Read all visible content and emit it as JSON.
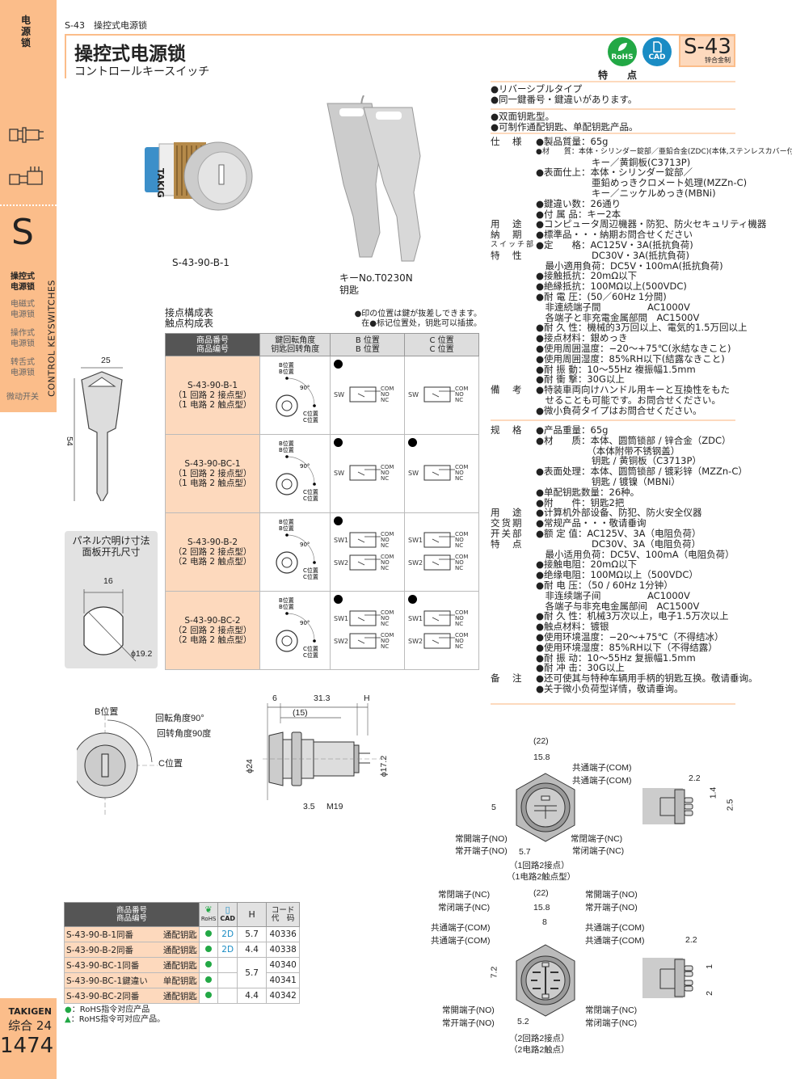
{
  "sidebar": {
    "category": "电源锁",
    "section_letter": "S",
    "vertical_label": "CONTROL KEYSWITCHES",
    "items": [
      {
        "label": "操控式\n电源锁",
        "active": true
      },
      {
        "label": "电磁式\n电源锁",
        "active": false
      },
      {
        "label": "操作式\n电源锁",
        "active": false
      },
      {
        "label": "转舌式\n电源锁",
        "active": false
      },
      {
        "label": "微动开关",
        "active": false
      }
    ],
    "brand": "TAKIGEN",
    "catalog": "综合 24",
    "page_number": "1474"
  },
  "header": {
    "breadcrumb": "S-43　操控式电源锁",
    "title": "操控式电源锁",
    "subtitle": "コントロールキースイッチ",
    "rohs_label": "RoHS",
    "cad_label": "CAD",
    "model_code": "S-43",
    "material": "锌合金制"
  },
  "colors": {
    "accent": "#fbbd8a",
    "accent_light": "#fdd9bd",
    "rohs_green": "#22a845",
    "cad_blue": "#1a8cc4",
    "table_header_dark": "#555555"
  },
  "features": {
    "title": "特　点",
    "jp": [
      "●リバーシブルタイプ",
      "●同一鍵番号・鍵違いがあります。"
    ],
    "cn": [
      "●双面钥匙型。",
      "●可制作通配钥匙、单配钥匙产品。"
    ]
  },
  "specs_jp": [
    {
      "label": "仕　様",
      "value": "●製品質量：65g"
    },
    {
      "label": "",
      "value": "●材　　質：本体・シリンダー錠部／亜鉛合金(ZDC)(本体,ステンレスカバー付)",
      "small": true
    },
    {
      "label": "",
      "value": "　　　　　　キー／黄銅板(C3713P)"
    },
    {
      "label": "",
      "value": "●表面仕上：本体・シリンダー錠部／"
    },
    {
      "label": "",
      "value": "　　　　　　亜鉛めっきクロメート処理(MZZn-C)"
    },
    {
      "label": "",
      "value": "　　　　　　キー／ニッケルめっき(MBNi)"
    },
    {
      "label": "",
      "value": "●鍵違い数：26通り"
    },
    {
      "label": "",
      "value": "●付 属 品：キー2本"
    },
    {
      "label": "用　途",
      "value": "●コンピュータ周辺機器・防犯、防火セキュリティ機器"
    },
    {
      "label": "納　期",
      "value": "●標準品・・・納期お問合せください"
    },
    {
      "label": "スイッチ部",
      "value": "●定　　格：AC125V・3A(抵抗負荷)"
    },
    {
      "label": "特　性",
      "value": "　　　　　　DC30V・3A(抵抗負荷)"
    },
    {
      "label": "",
      "value": "　最小適用負荷：DC5V・100mA(抵抗負荷)"
    },
    {
      "label": "",
      "value": "●接触抵抗：20mΩ以下"
    },
    {
      "label": "",
      "value": "●絶縁抵抗：100MΩ以上(500VDC)"
    },
    {
      "label": "",
      "value": "●耐 電 圧：(50／60Hz 1分間)"
    },
    {
      "label": "",
      "value": "　非連続端子間　　　　　AC1000V"
    },
    {
      "label": "",
      "value": "　各端子と非充電金属部間　AC1500V"
    },
    {
      "label": "",
      "value": "●耐 久 性：機械的3万回以上、電気的1.5万回以上"
    },
    {
      "label": "",
      "value": "●接点材料：銀めっき"
    },
    {
      "label": "",
      "value": "●使用周囲温度：−20～+75℃(氷結なきこと)"
    },
    {
      "label": "",
      "value": "●使用周囲湿度：85%RH以下(結露なきこと)"
    },
    {
      "label": "",
      "value": "●耐 振 動：10～55Hz 複振幅1.5mm"
    },
    {
      "label": "",
      "value": "●耐 衝 撃：30G以上"
    },
    {
      "label": "備　考",
      "value": "●特装車両向けハンドル用キーと互換性をもた"
    },
    {
      "label": "",
      "value": "　せることも可能です。お問合せください。"
    },
    {
      "label": "",
      "value": "●微小負荷タイプはお問合せください。"
    }
  ],
  "specs_cn": [
    {
      "label": "规　格",
      "value": "●产品重量：65g"
    },
    {
      "label": "",
      "value": "●材　　质：本体、圆筒锁部 / 锌合金（ZDC）"
    },
    {
      "label": "",
      "value": "　　　　　　（本体附带不锈钢盖）"
    },
    {
      "label": "",
      "value": "　　　　　　钥匙 / 黄铜板（C3713P）"
    },
    {
      "label": "",
      "value": "●表面处理：本体、圆筒锁部 / 镀彩锌（MZZn-C）"
    },
    {
      "label": "",
      "value": "　　　　　　钥匙 / 镀镍（MBNi）"
    },
    {
      "label": "",
      "value": "●单配钥匙数量：26种。"
    },
    {
      "label": "",
      "value": "●附　　件：钥匙2把"
    },
    {
      "label": "用　途",
      "value": "●计算机外部设备、防犯、防火安全仪器"
    },
    {
      "label": "交货期",
      "value": "●常规产品・・・敬请垂询"
    },
    {
      "label": "开关部",
      "value": "●额 定 值：AC125V、3A（电阻负荷）"
    },
    {
      "label": "特　点",
      "value": "　　　　　　DC30V、3A（电阻负荷）"
    },
    {
      "label": "",
      "value": "　最小适用负荷：DC5V、100mA（电阻负荷）"
    },
    {
      "label": "",
      "value": "●接触电阻：20mΩ以下"
    },
    {
      "label": "",
      "value": "●绝缘电阻：100MΩ以上（500VDC）"
    },
    {
      "label": "",
      "value": "●耐 电 压：（50 / 60Hz 1分钟）"
    },
    {
      "label": "",
      "value": "　非连续端子间　　　　　AC1000V"
    },
    {
      "label": "",
      "value": "　各端子与非充电金属部间　AC1500V"
    },
    {
      "label": "",
      "value": "●耐 久 性：机械3万次以上，电子1.5万次以上"
    },
    {
      "label": "",
      "value": "●触点材料：镀银"
    },
    {
      "label": "",
      "value": "●使用环境温度：−20～+75℃（不得结冰）"
    },
    {
      "label": "",
      "value": "●使用环境湿度：85%RH以下（不得结露）"
    },
    {
      "label": "",
      "value": "●耐 振 动：10～55Hz 复振幅1.5mm"
    },
    {
      "label": "",
      "value": "●耐 冲 击：30G以上"
    },
    {
      "label": "备　注",
      "value": "●还可使其与特种车辆用手柄的钥匙互换。敬请垂询。"
    },
    {
      "label": "",
      "value": "●关于微小负荷型详情，敬请垂询。"
    }
  ],
  "photos": {
    "lock_caption": "S-43-90-B-1",
    "key_caption_jp": "キーNo.T0230N",
    "key_caption_cn": "钥匙",
    "lock_brand_text": "TAKIG"
  },
  "contact_table": {
    "title_jp": "接点構成表",
    "title_cn": "触点构成表",
    "note_jp": "●印の位置は鍵が抜差しできます。",
    "note_cn": "在●标记位置处，钥匙可以插拔。",
    "headers": [
      {
        "jp": "商品番号",
        "cn": "商品编号"
      },
      {
        "jp": "鍵回転角度",
        "cn": "钥匙回转角度"
      },
      {
        "jp": "B 位置",
        "cn": "B 位置"
      },
      {
        "jp": "C 位置",
        "cn": "C 位置"
      }
    ],
    "angle": {
      "b_label": "B位置",
      "c_label": "C位置",
      "degrees": "90°"
    },
    "rows": [
      {
        "model": "S-43-90-B-1",
        "type_jp": "（1 回路 2 接点型）",
        "type_cn": "（1 电路 2 触点型）",
        "b_removable": true,
        "c_removable": false,
        "circuits": [
          "SW"
        ]
      },
      {
        "model": "S-43-90-BC-1",
        "type_jp": "（1 回路 2 接点型）",
        "type_cn": "（1 电路 2 触点型）",
        "b_removable": true,
        "c_removable": true,
        "circuits": [
          "SW"
        ]
      },
      {
        "model": "S-43-90-B-2",
        "type_jp": "（2 回路 2 接点型）",
        "type_cn": "（2 电路 2 触点型）",
        "b_removable": true,
        "c_removable": false,
        "circuits": [
          "SW1",
          "SW2"
        ]
      },
      {
        "model": "S-43-90-BC-2",
        "type_jp": "（2 回路 2 接点型）",
        "type_cn": "（2 电路 2 触点型）",
        "b_removable": true,
        "c_removable": true,
        "circuits": [
          "SW1",
          "SW2"
        ]
      }
    ],
    "terminal_labels": [
      "COM",
      "NO",
      "NC"
    ]
  },
  "key_drawing": {
    "width": "25",
    "height": "54"
  },
  "panel_cutout": {
    "title_jp": "パネル穴明け寸法",
    "title_cn": "面板开孔尺寸",
    "width": "16",
    "diameter": "ϕ19.2"
  },
  "front_view": {
    "b_label": "B位置",
    "c_label": "C位置",
    "rotation_jp": "回転角度90°",
    "rotation_cn": "回转角度90度"
  },
  "side_view": {
    "dims": [
      "6",
      "31.3",
      "H",
      "(15)",
      "ϕ24",
      "ϕ17.2",
      "3.5",
      "M19"
    ]
  },
  "terminal_1": {
    "dims": [
      "(22)",
      "15.8",
      "5",
      "5.7",
      "2.2",
      "1.4",
      "2.5"
    ],
    "com_jp": "共通端子(COM)",
    "com_cn": "共通端子(COM)",
    "no_jp": "常開端子(NO)",
    "no_cn": "常开端子(NO)",
    "nc_jp": "常閉端子(NC)",
    "nc_cn": "常闭端子(NC)",
    "caption_jp": "（1回路2接点）",
    "caption_cn": "（1电路2触点型）"
  },
  "terminal_2": {
    "dims": [
      "(22)",
      "15.8",
      "8",
      "7.2",
      "5.2",
      "2.2",
      "1",
      "2"
    ],
    "nc_jp": "常閉端子(NC)",
    "nc_cn": "常闭端子(NC)",
    "no_jp": "常開端子(NO)",
    "no_cn": "常开端子(NO)",
    "com_jp": "共通端子(COM)",
    "com_cn": "共通端子(COM)",
    "caption_jp": "（2回路2接点）",
    "caption_cn": "（2电路2触点）"
  },
  "parts_table": {
    "headers": {
      "part_jp": "商品番号",
      "part_cn": "商品编号",
      "rohs": "RoHS",
      "cad": "CAD",
      "h": "H",
      "code_jp": "コード",
      "code_cn": "代　码"
    },
    "rows": [
      {
        "part": "S-43-90-B-1同番",
        "key_type": "通配钥匙",
        "rohs": true,
        "cad": "2D",
        "h": "5.7",
        "code": "40336"
      },
      {
        "part": "S-43-90-B-2同番",
        "key_type": "通配钥匙",
        "rohs": true,
        "cad": "2D",
        "h": "4.4",
        "code": "40338"
      },
      {
        "part": "S-43-90-BC-1同番",
        "key_type": "通配钥匙",
        "rohs": true,
        "cad": "",
        "h": "5.7",
        "code": "40340"
      },
      {
        "part": "S-43-90-BC-1鍵違い",
        "key_type": "单配钥匙",
        "rohs": true,
        "cad": "",
        "h": "",
        "code": "40341"
      },
      {
        "part": "S-43-90-BC-2同番",
        "key_type": "通配钥匙",
        "rohs": true,
        "cad": "",
        "h": "4.4",
        "code": "40342"
      }
    ],
    "legend": [
      "●：RoHS指令对应产品",
      "▲：RoHS指令可对应产品。"
    ]
  }
}
